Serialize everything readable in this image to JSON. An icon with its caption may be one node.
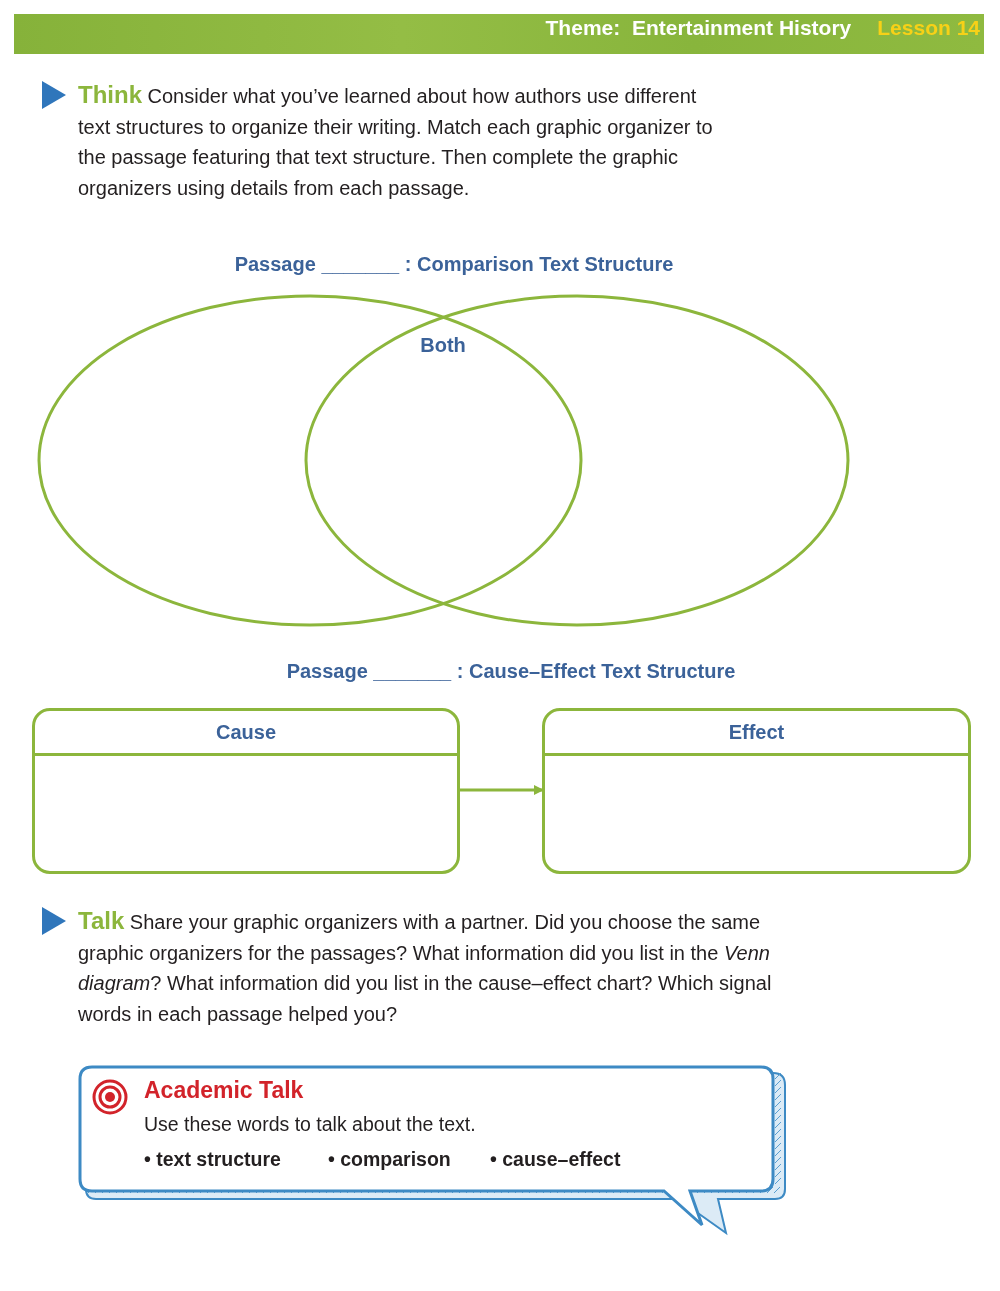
{
  "diagram": {
    "nodes": [
      {
        "text": [],
        "shape": "circle"
      },
      {
        "text": [],
        "shape": "circle"
      },
      {
        "text": [
          "Cause"
        ]
      },
      {
        "text": [
          "Effect"
        ]
      },
      {
        "text": [
          "Academic Talk",
          "Use these words to talk about the text.",
          "• text structure",
          "• comparison",
          "• cause–effect"
        ]
      }
    ],
    "edges": [
      {
        "from": 2,
        "to": 3,
        "arrow": "to"
      }
    ],
    "labels": [
      "Theme:  Entertainment History",
      "Lesson 14",
      "**Think**  Consider what you’ve learned about how authors use different text structures to organize their writing. Match each graphic organizer to the passage featuring that text structure. Then complete the graphic organizers using details from each passage.",
      "Passage _______ : Comparison Text Structure",
      "Both",
      "Passage _______ : Cause–Effect Text Structure",
      "**Talk**  Share your graphic organizers with a partner. Did you choose the same graphic organizers for the passages? What information did you list in the *Venn diagram*? What information did you list in the cause–effect chart? Which signal words in each passage helped you?"
    ]
  }
}
